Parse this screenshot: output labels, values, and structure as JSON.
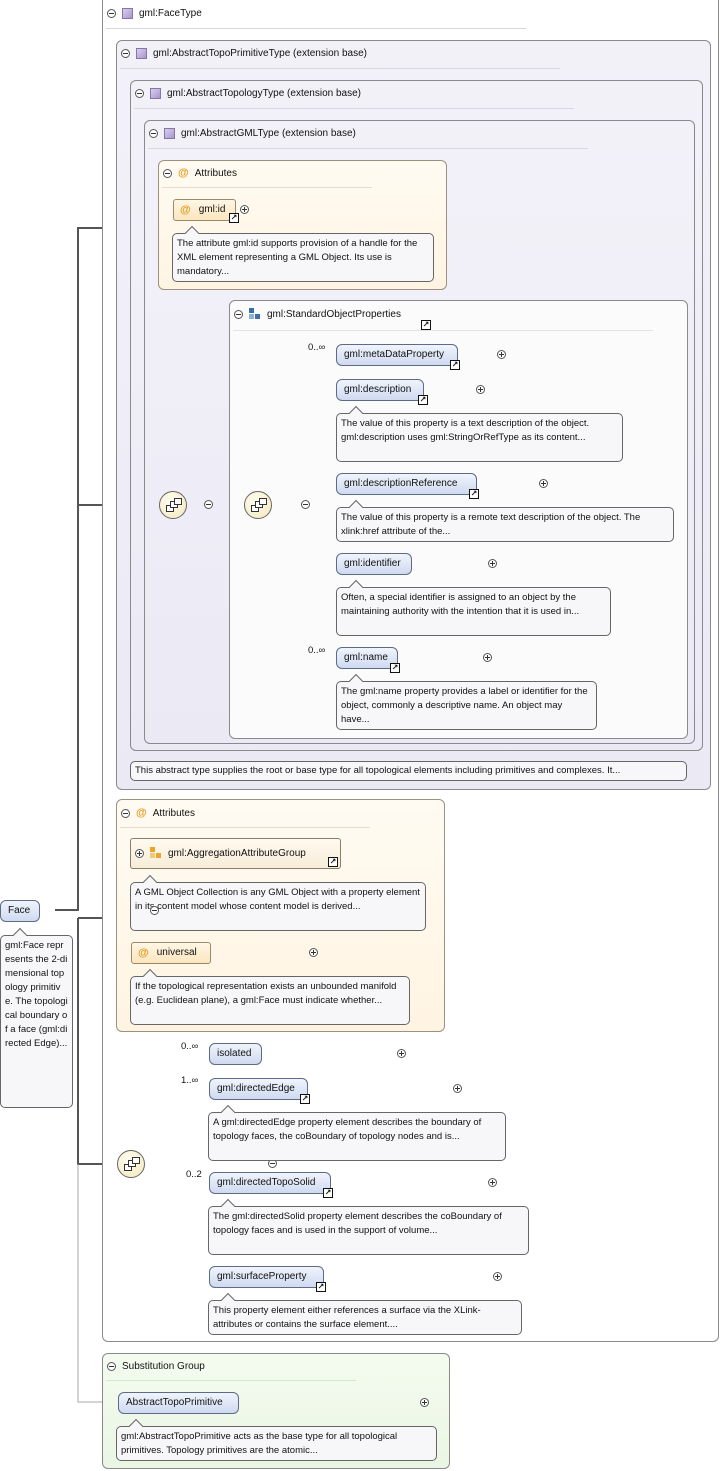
{
  "face": {
    "name": "Face",
    "doc": "gml:Face represents the 2-dimensional topology primitive. The topological boundary of a face (gml:directed Edge)..."
  },
  "face_type": {
    "label": "gml:FaceType"
  },
  "abstract_topo_primitive_type": {
    "label": "gml:AbstractTopoPrimitiveType (extension base)"
  },
  "abstract_topology_type": {
    "label": "gml:AbstractTopologyType (extension base)",
    "doc": "This abstract type supplies the root or base type for all topological elements including primitives and complexes. It..."
  },
  "abstract_gml_type": {
    "label": "gml:AbstractGMLType (extension base)"
  },
  "gml_attributes": {
    "title": "Attributes",
    "id_label": "gml:id",
    "id_doc": "The attribute gml:id supports provision of a handle for the XML element representing a GML Object. Its use is mandatory..."
  },
  "standard_object_properties": {
    "label": "gml:StandardObjectProperties",
    "items": [
      {
        "name": "gml:metaDataProperty",
        "card": "0..∞",
        "doc": ""
      },
      {
        "name": "gml:description",
        "card": "",
        "doc": "The value of this property is a text description of the object. gml:description uses gml:StringOrRefType as its content..."
      },
      {
        "name": "gml:descriptionReference",
        "card": "",
        "doc": "The value of this property is a remote text description of the object. The xlink:href attribute of the..."
      },
      {
        "name": "gml:identifier",
        "card": "",
        "doc": "Often, a special identifier is assigned to an object by the maintaining authority with the intention that it is used in..."
      },
      {
        "name": "gml:name",
        "card": "0..∞",
        "doc": "The gml:name property provides a label or identifier for the object, commonly a descriptive name. An object may have..."
      }
    ]
  },
  "face_attributes": {
    "title": "Attributes",
    "group_label": "gml:AggregationAttributeGroup",
    "group_doc": "A GML Object Collection is any GML Object with a property element in its content model whose content model is derived...",
    "universal_label": "universal",
    "universal_doc": "If the topological representation exists an unbounded manifold (e.g. Euclidean plane), a gml:Face must indicate whether..."
  },
  "face_sequence": [
    {
      "name": "isolated",
      "card": "0..∞",
      "doc": ""
    },
    {
      "name": "gml:directedEdge",
      "card": "1..∞",
      "doc": "A gml:directedEdge property element describes the boundary of topology faces, the coBoundary of topology nodes and is..."
    },
    {
      "name": "gml:directedTopoSolid",
      "card": "0..2",
      "doc": "The gml:directedSolid property element describes the coBoundary of topology faces and is used in the support of volume..."
    },
    {
      "name": "gml:surfaceProperty",
      "card": "",
      "doc": "This property element either references a surface via the XLink-attributes or contains the surface element...."
    }
  ],
  "substitution": {
    "title": "Substitution Group",
    "element": "AbstractTopoPrimitive",
    "doc": "gml:AbstractTopoPrimitive acts as the base type for all topological primitives. Topology primitives are the atomic..."
  }
}
